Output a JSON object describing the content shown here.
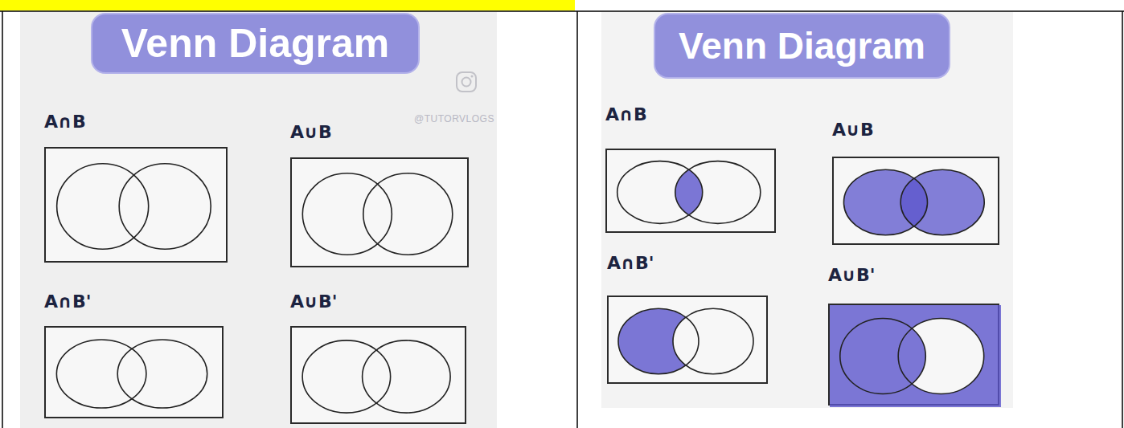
{
  "diagram": {
    "nodes": [
      {
        "text": [
          "Venn Diagram"
        ]
      },
      {
        "text": [
          "A∩B"
        ]
      },
      {
        "text": [
          "A∪B"
        ]
      },
      {
        "text": [
          "A∩B'"
        ]
      },
      {
        "text": [
          "A∪B'"
        ]
      },
      {
        "text": [
          "Venn Diagram"
        ]
      },
      {
        "text": [
          "A∩B"
        ]
      },
      {
        "text": [
          "A∪B"
        ]
      },
      {
        "text": [
          "A∩B'"
        ]
      },
      {
        "text": [
          "A∪B'"
        ]
      }
    ],
    "labels": [
      "@TUTORVLOGS"
    ]
  }
}
